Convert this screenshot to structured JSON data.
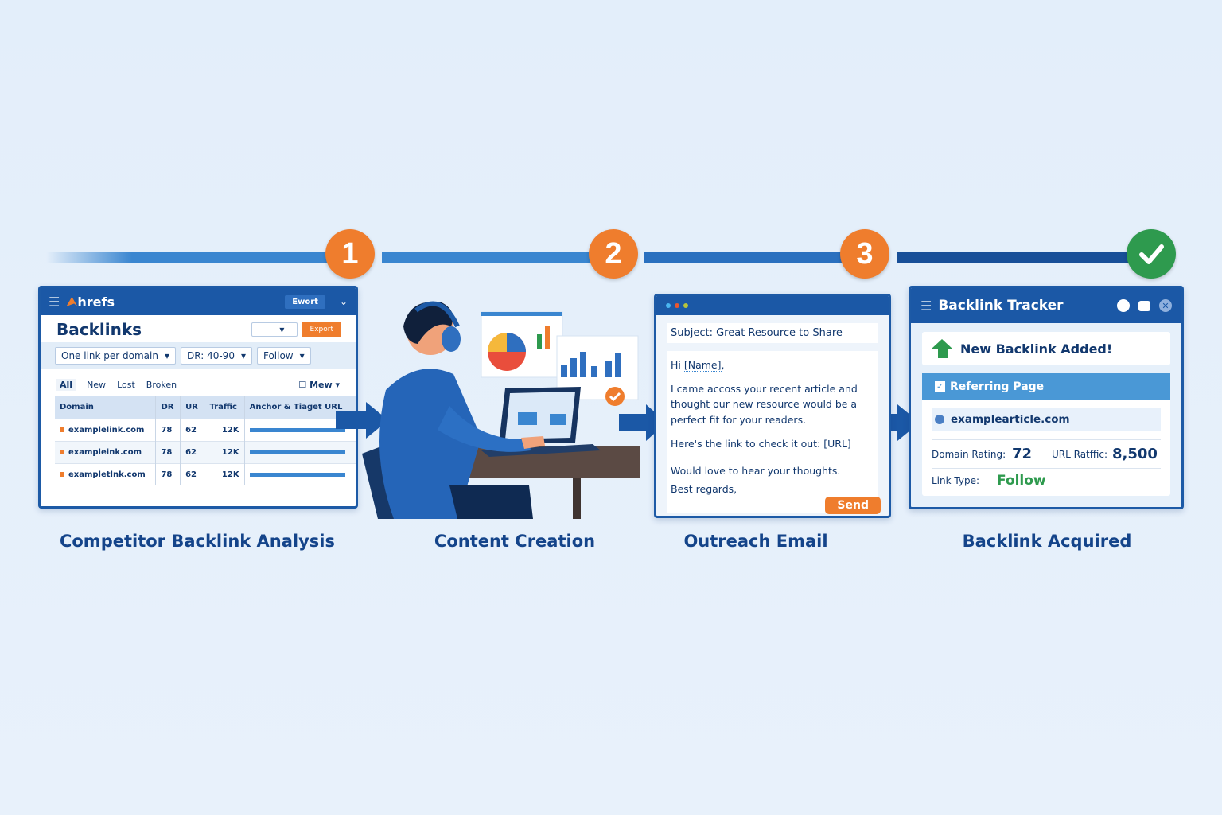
{
  "timeline": {
    "steps": [
      "1",
      "2",
      "3"
    ],
    "done_icon": "check-icon",
    "accent": "#ef7d2d",
    "done_color": "#2e9a4e"
  },
  "panel1": {
    "logo": "hrefs",
    "export_top": "Ewort",
    "title": "Backlinks",
    "export_button": "Export",
    "filters": [
      "One link per domain",
      "DR: 40-90",
      "Follow"
    ],
    "tabs": [
      "All",
      "New",
      "Lost",
      "Broken"
    ],
    "view": "Mew",
    "columns": [
      "Domain",
      "DR",
      "UR",
      "Traffic",
      "Anchor & Tiaget URL"
    ],
    "rows": [
      [
        "examplelink.com",
        "78",
        "62",
        "12K"
      ],
      [
        "exampleink.com",
        "78",
        "62",
        "12K"
      ],
      [
        "exampletlnk.com",
        "78",
        "62",
        "12K"
      ]
    ]
  },
  "panel3": {
    "subject": "Subject: Great Resource to Share",
    "greeting_prefix": "Hi ",
    "greeting_name": "[Name]",
    "greeting_suffix": ",",
    "body": "I came accoss your recent article and thought our new resource would be a perfect fit for your readers.",
    "link_prefix": "Here's the link to check it out: ",
    "link": "[URL]",
    "closing": "Would love to hear your thoughts.",
    "signoff": "Best regards,",
    "send": "Send"
  },
  "panel4": {
    "title": "Backlink Tracker",
    "notice": "New Backlink Added!",
    "section": "Referring Page",
    "domain": "examplearticle.com",
    "dr_label": "Domain Rating:",
    "dr_value": "72",
    "traffic_label": "URL Ratffic:",
    "traffic_value": "8,500",
    "type_label": "Link Type:",
    "type_value": "Follow"
  },
  "captions": [
    "Competitor Backlink Analysis",
    "Content Creation",
    "Outreach Email",
    "Backlink Acquired"
  ]
}
